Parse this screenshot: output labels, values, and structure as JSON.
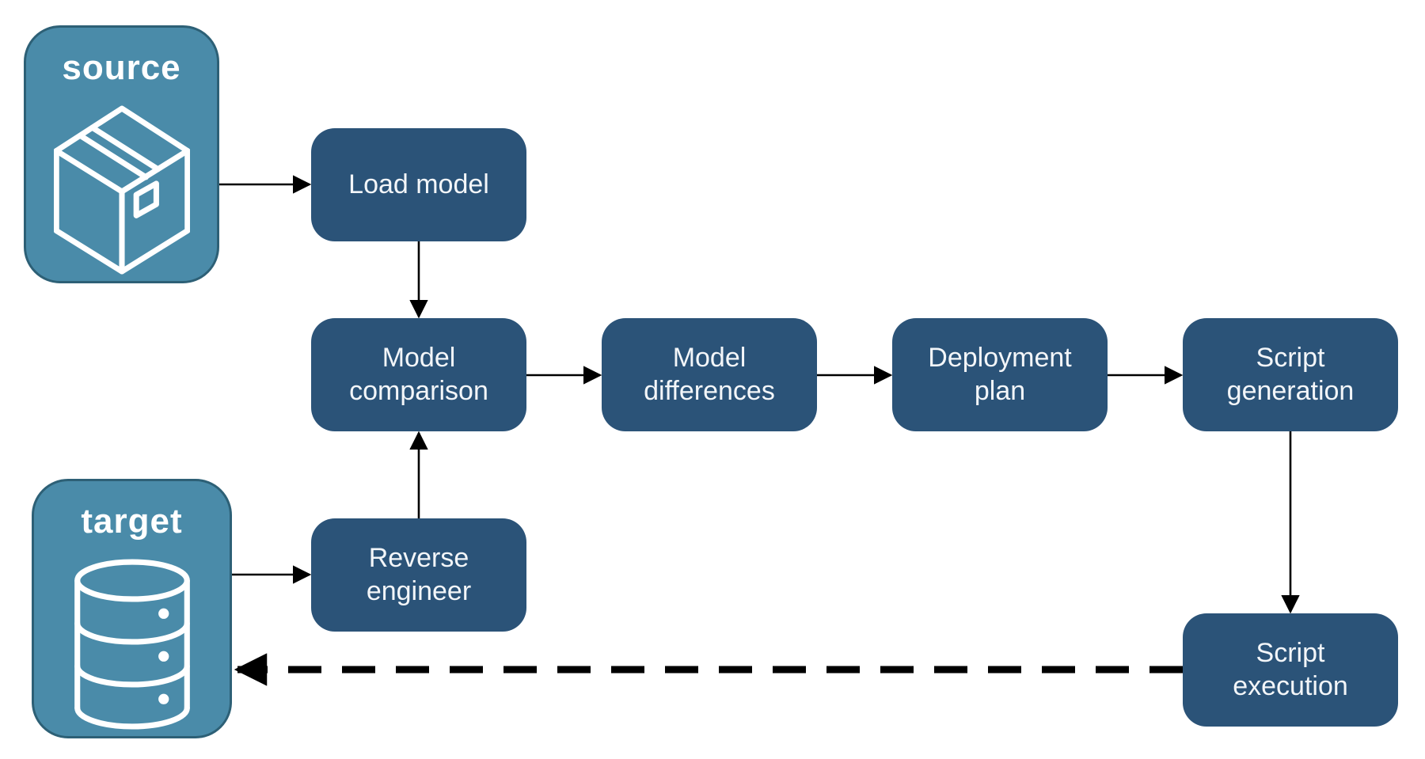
{
  "diagram": {
    "background_color": "#ffffff",
    "colors": {
      "entity_fill": "#4A8BA9",
      "entity_border": "#2D6076",
      "step_fill": "#2B5378",
      "label_text": "#ffffff",
      "arrow": "#000000"
    },
    "entities": [
      {
        "id": "source",
        "label": "source",
        "icon": "package-icon"
      },
      {
        "id": "target",
        "label": "target",
        "icon": "database-icon"
      }
    ],
    "steps": [
      {
        "id": "load-model",
        "label": "Load model"
      },
      {
        "id": "model-comparison",
        "label": "Model comparison"
      },
      {
        "id": "model-differences",
        "label": "Model differences"
      },
      {
        "id": "deployment-plan",
        "label": "Deployment plan"
      },
      {
        "id": "script-generation",
        "label": "Script generation"
      },
      {
        "id": "reverse-engineer",
        "label": "Reverse engineer"
      },
      {
        "id": "script-execution",
        "label": "Script execution"
      }
    ],
    "connections": [
      {
        "from": "source",
        "to": "load-model",
        "style": "solid"
      },
      {
        "from": "load-model",
        "to": "model-comparison",
        "style": "solid"
      },
      {
        "from": "model-comparison",
        "to": "model-differences",
        "style": "solid"
      },
      {
        "from": "model-differences",
        "to": "deployment-plan",
        "style": "solid"
      },
      {
        "from": "deployment-plan",
        "to": "script-generation",
        "style": "solid"
      },
      {
        "from": "script-generation",
        "to": "script-execution",
        "style": "solid"
      },
      {
        "from": "target",
        "to": "reverse-engineer",
        "style": "solid"
      },
      {
        "from": "reverse-engineer",
        "to": "model-comparison",
        "style": "solid"
      },
      {
        "from": "script-execution",
        "to": "target",
        "style": "dashed"
      }
    ]
  }
}
